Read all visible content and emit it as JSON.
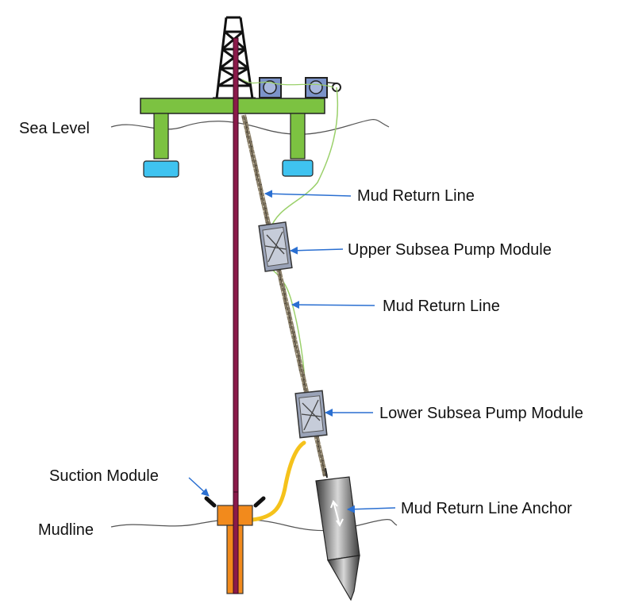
{
  "labels": {
    "sea_level": "Sea Level",
    "mud_return_line_upper": "Mud Return Line",
    "upper_pump": "Upper Subsea Pump Module",
    "mud_return_line_mid": "Mud Return Line",
    "lower_pump": "Lower Subsea Pump Module",
    "suction_module": "Suction Module",
    "anchor": "Mud Return Line Anchor",
    "mudline": "Mudline"
  },
  "colors": {
    "platform": "#7cc241",
    "pontoon": "#3fc3f0",
    "drill_string": "#8b1a4a",
    "suction_module": "#f28a1c",
    "hose": "#f5c21b",
    "callout_arrow": "#2a6fd1",
    "umbilical": "#9ad06a",
    "pump_box": "#7b93c9"
  }
}
